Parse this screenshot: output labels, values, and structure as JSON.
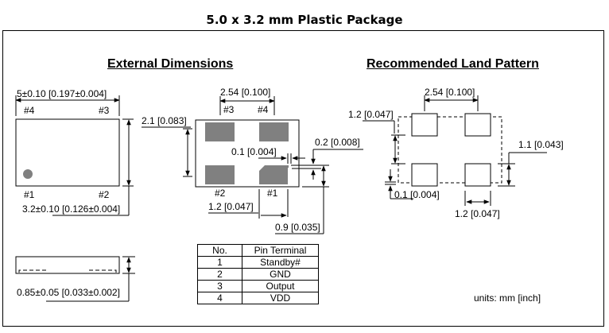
{
  "title": "5.0 x 3.2 mm Plastic Package",
  "sections": {
    "external": "External Dimensions",
    "land": "Recommended Land Pattern"
  },
  "top_view": {
    "width_dim": "5±0.10 [0.197±0.004]",
    "height_dim": "3.2±0.10 [0.126±0.004]",
    "pins": [
      "#1",
      "#2",
      "#3",
      "#4"
    ]
  },
  "bottom_view": {
    "pad_pitch": "2.54 [0.100]",
    "pad_height_span": "2.1 [0.083]",
    "gap_small": "0.1 [0.004]",
    "chamfer": "0.2 [0.008]",
    "pad_width": "1.2 [0.047]",
    "pad_height": "0.9 [0.035]",
    "pins": [
      "#1",
      "#2",
      "#3",
      "#4"
    ]
  },
  "side_view": {
    "thickness": "0.85±0.05 [0.033±0.002]"
  },
  "land_pattern": {
    "pitch": "2.54 [0.100]",
    "vertical_span": "1.2 [0.047]",
    "offset": "0.1 [0.004]",
    "pad_height": "1.1 [0.043]",
    "pad_width": "1.2 [0.047]"
  },
  "pin_table": {
    "headers": [
      "No.",
      "Pin Terminal"
    ],
    "rows": [
      [
        "1",
        "Standby#"
      ],
      [
        "2",
        "GND"
      ],
      [
        "3",
        "Output"
      ],
      [
        "4",
        "VDD"
      ]
    ]
  },
  "units": "units:  mm [inch]"
}
